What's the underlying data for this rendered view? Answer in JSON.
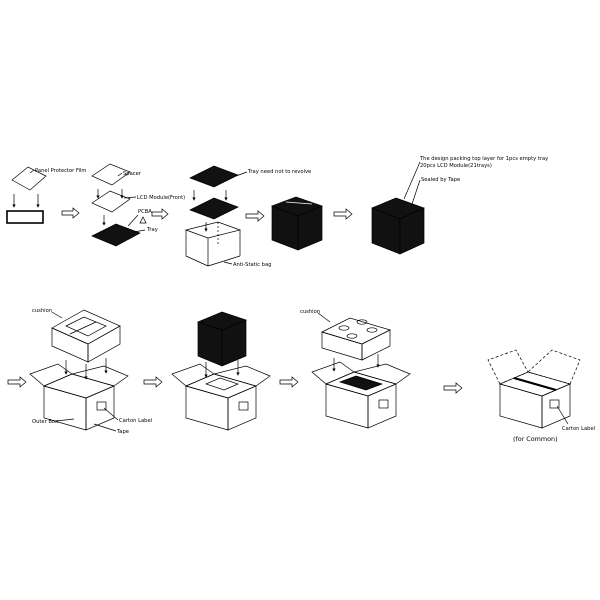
{
  "labels": {
    "panel_protector_film": "Panel Protector Film",
    "spacer": "Spacer",
    "lcd_module_front": "LCD Module(Front)",
    "pcba": "PCBA",
    "tray": "Tray",
    "tray_need_not_revolve": "Tray need not to revolve",
    "anti_static_bag": "Anti-Static bag",
    "design_top_layer": "The design packing top layer for 1pcs empty tray",
    "pcs_per_tray": "20pcs LCD Module(21trays)",
    "sealed_by_tape": "Sealed by Tape",
    "cushion_1": "cushion",
    "outer_box": "Outer Box",
    "carton_label_1": "Carton Label",
    "tape": "Tape",
    "cushion_2": "cushion",
    "carton_label_2": "Carton Label",
    "for_common": "(for Common)"
  },
  "colors": {
    "line": "#000000",
    "fill_dark": "#111111",
    "background": "#ffffff"
  }
}
